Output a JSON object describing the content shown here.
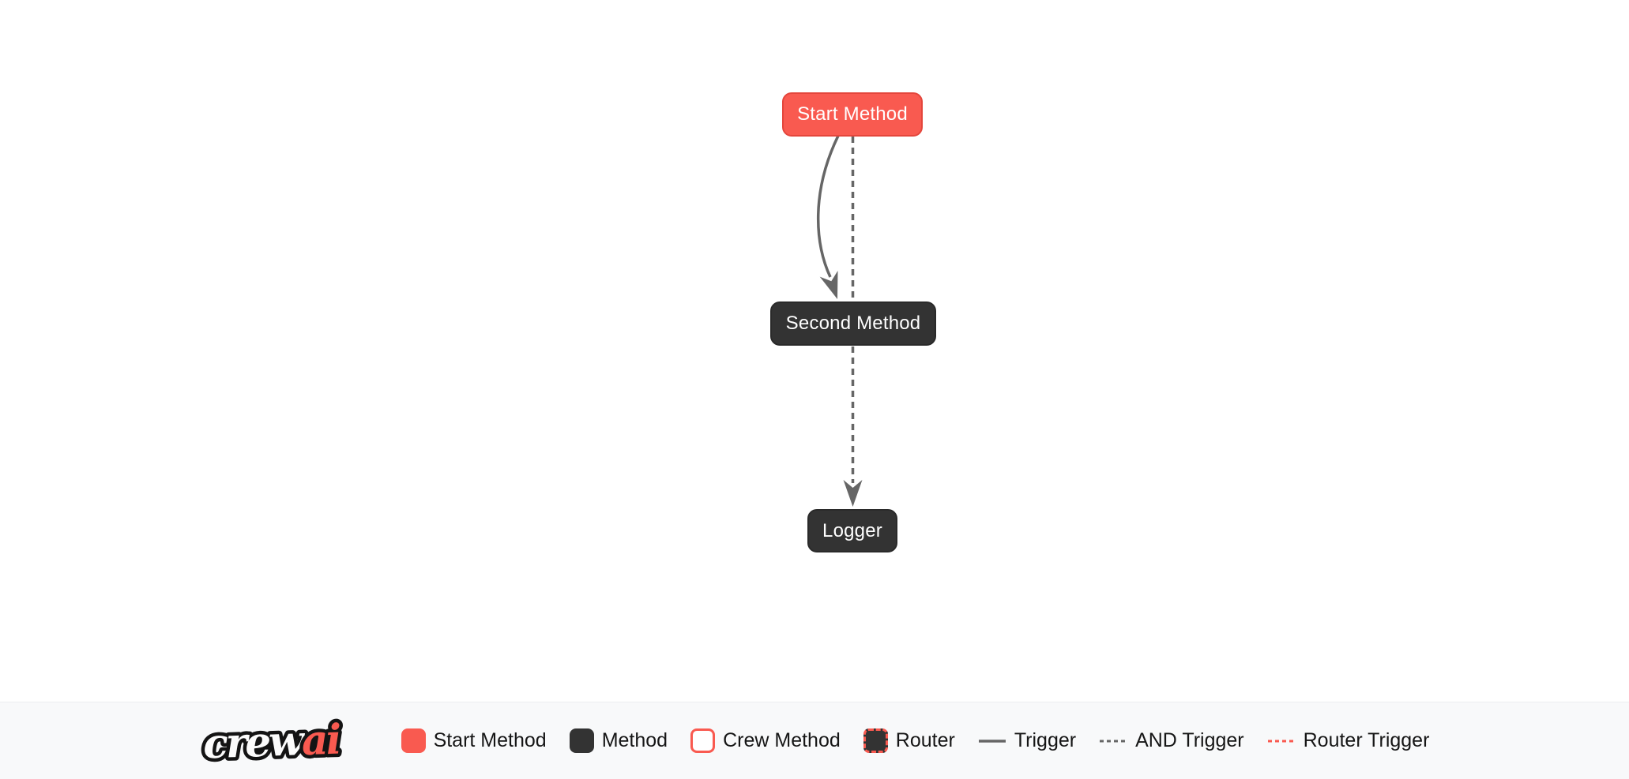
{
  "canvas": {
    "nodes": [
      {
        "id": "start_method",
        "label": "Start Method",
        "type": "start-method"
      },
      {
        "id": "second_method",
        "label": "Second Method",
        "type": "method"
      },
      {
        "id": "logger",
        "label": "Logger",
        "type": "method"
      }
    ],
    "edges": [
      {
        "from": "Start Method",
        "to": "Second Method",
        "type": "trigger",
        "style": "solid-curved"
      },
      {
        "from": "Start Method",
        "to": "Second Method",
        "type": "and-trigger",
        "style": "dashed"
      },
      {
        "from": "Second Method",
        "to": "Logger",
        "type": "and-trigger",
        "style": "dashed"
      }
    ]
  },
  "legend": {
    "logo": {
      "crew": "crew",
      "ai": "ai"
    },
    "items": [
      {
        "label": "Start Method",
        "swatch": "start-method-box"
      },
      {
        "label": "Method",
        "swatch": "method-box"
      },
      {
        "label": "Crew Method",
        "swatch": "crew-method-box"
      },
      {
        "label": "Router",
        "swatch": "router-box"
      },
      {
        "label": "Trigger",
        "swatch": "trigger-solid-line"
      },
      {
        "label": "AND Trigger",
        "swatch": "and-trigger-dashed-line"
      },
      {
        "label": "Router Trigger",
        "swatch": "router-trigger-dashed-line"
      }
    ]
  },
  "colors": {
    "accent": "#F95A50",
    "dark": "#333333",
    "edge": "#666666",
    "legend_bg": "#F8F9FA",
    "canvas_bg": "#FFFFFF"
  }
}
